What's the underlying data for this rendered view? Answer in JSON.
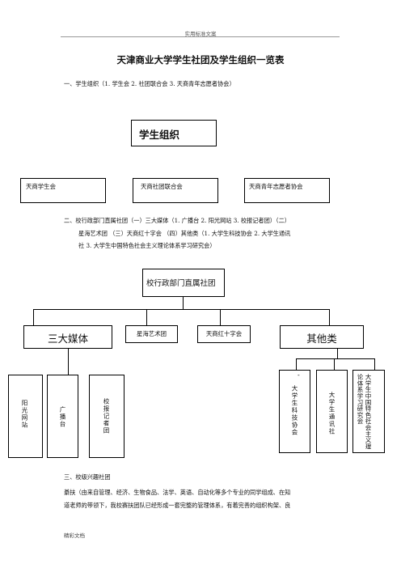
{
  "header": "实用标准文案",
  "title": "天津商业大学学生社团及学生组织一览表",
  "section1": {
    "heading": "一、学生组织（1. 学生会 2. 社团联合会 3. 天商青年志愿者协会）",
    "root": "学生组织",
    "children": [
      "天商学生会",
      "天商社团联合会",
      "天商青年志愿者协会"
    ]
  },
  "section2": {
    "lines": [
      "二、校行政部门直属社团（一）三大媒体（1. 广播台 2. 阳光网站 3. 校报记者团）（二）",
      "星海艺术团 （三）天商红十字会 （四）其他类（1. 大学生科技协会 2. 大学生通讯",
      "社 3. 大学生中国特色社会主义理论体系学习研究会）"
    ],
    "root": "校行政部门直属社团",
    "groups": [
      "三大媒体",
      "星海艺术团",
      "天商红十字会",
      "其他类"
    ],
    "media_children": [
      "阳光网站",
      "广播台",
      "校报记者团"
    ],
    "other_children": [
      "大学生科技协会",
      "大学生通讯社",
      "大学生中国特色社会主义理论体系学习研究会"
    ],
    "other_first_col_mark": "-"
  },
  "section3": {
    "heading": "三、校级兴趣社团",
    "lines": [
      "綦扶（由来自管理、经济、生物食品、法学、英语、自动化等多个专业的同学组成、在知",
      "道老师的带领下，我校赛扶团队已经形成一套完整的管理体系，有着完善的组织构架、良"
    ]
  },
  "footer": "精彩文档"
}
